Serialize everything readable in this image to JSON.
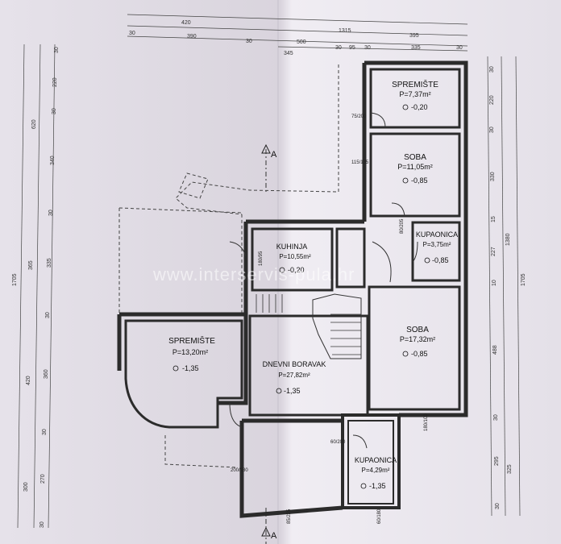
{
  "title": "",
  "top_dimensions": {
    "row1": [
      "420",
      "1315"
    ],
    "row2": [
      "30",
      "390",
      "30",
      "500",
      "395"
    ],
    "row3": [
      "345",
      "30",
      "95",
      "30",
      "335",
      "30"
    ]
  },
  "left_dimensions": {
    "outer": [
      "1705"
    ],
    "mid": [
      "620",
      "365",
      "420",
      "300"
    ],
    "inner": [
      "30",
      "220",
      "30",
      "340",
      "30",
      "335",
      "30",
      "360",
      "30",
      "270",
      "30"
    ]
  },
  "right_dimensions": {
    "outer": [
      "1705"
    ],
    "mid": [
      "1380",
      "325"
    ],
    "inner": [
      "30",
      "220",
      "30",
      "330",
      "15",
      "227",
      "10",
      "488",
      "30",
      "295",
      "30"
    ]
  },
  "section_marks": [
    "A",
    "A"
  ],
  "rooms": [
    {
      "name": "SPREMIŠTE",
      "area": "P=7,37m²",
      "level": "-0,20"
    },
    {
      "name": "SOBA",
      "area": "P=11,05m²",
      "level": "-0,85"
    },
    {
      "name": "KUPAONICA",
      "area": "P=3,75m²",
      "level": "-0,85"
    },
    {
      "name": "KUHINJA",
      "area": "P=10,55m²",
      "level": "-0,20"
    },
    {
      "name": "SPREMIŠTE",
      "area": "P=13,20m²",
      "level": "-1,35"
    },
    {
      "name": "DNEVNI BORAVAK",
      "area": "P=27,82m²",
      "level": "-1,35"
    },
    {
      "name": "SOBA",
      "area": "P=17,32m²",
      "level": "-0,85"
    },
    {
      "name": "KUPAONICA",
      "area": "P=4,29m²",
      "level": "-1,35"
    }
  ],
  "openings": [
    "75/200",
    "115/135",
    "80/205",
    "180/95",
    "60/200",
    "200/180",
    "180/100",
    "85/225",
    "60/180"
  ],
  "watermark": "www.interservis-pula.hr"
}
